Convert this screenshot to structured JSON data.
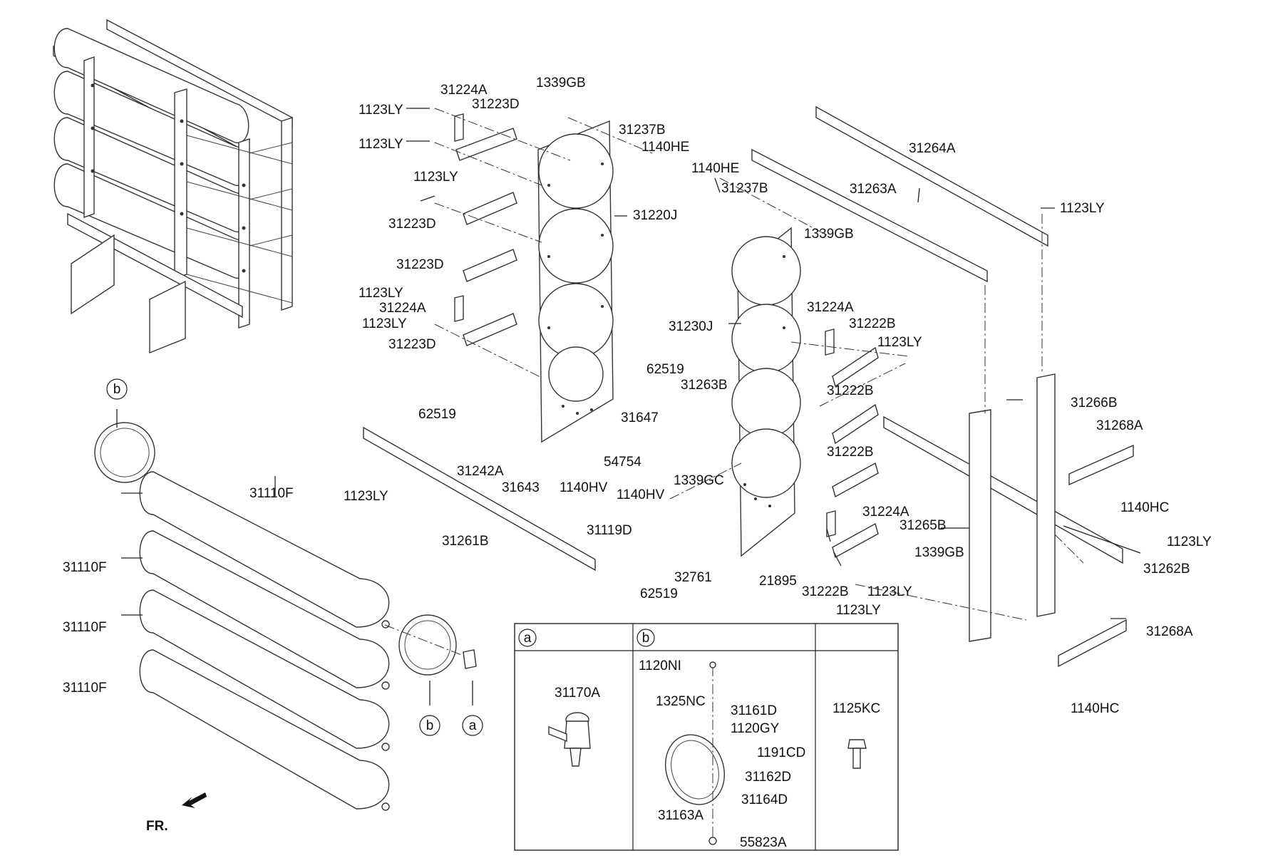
{
  "callouts": [
    {
      "id": "c1",
      "text": "31224A"
    },
    {
      "id": "c2",
      "text": "1339GB"
    },
    {
      "id": "c3",
      "text": "1123LY"
    },
    {
      "id": "c4",
      "text": "31223D"
    },
    {
      "id": "c5",
      "text": "31237B"
    },
    {
      "id": "c6",
      "text": "1140HE"
    },
    {
      "id": "c7",
      "text": "1123LY"
    },
    {
      "id": "c8",
      "text": "1140HE"
    },
    {
      "id": "c9",
      "text": "31264A"
    },
    {
      "id": "c10",
      "text": "1123LY"
    },
    {
      "id": "c11",
      "text": "31237B"
    },
    {
      "id": "c12",
      "text": "31263A"
    },
    {
      "id": "c13",
      "text": "31223D"
    },
    {
      "id": "c14",
      "text": "31220J"
    },
    {
      "id": "c15",
      "text": "1123LY"
    },
    {
      "id": "c16",
      "text": "1339GB"
    },
    {
      "id": "c17",
      "text": "31223D"
    },
    {
      "id": "c18",
      "text": "1123LY"
    },
    {
      "id": "c19",
      "text": "31224A"
    },
    {
      "id": "c20",
      "text": "1123LY"
    },
    {
      "id": "c21",
      "text": "31230J"
    },
    {
      "id": "c22",
      "text": "31224A"
    },
    {
      "id": "c23",
      "text": "31222B"
    },
    {
      "id": "c24",
      "text": "31223D"
    },
    {
      "id": "c25",
      "text": "1123LY"
    },
    {
      "id": "c26",
      "text": "62519"
    },
    {
      "id": "c27",
      "text": "31263B"
    },
    {
      "id": "c28",
      "text": "31222B"
    },
    {
      "id": "c29",
      "text": "31266B"
    },
    {
      "id": "c30",
      "text": "31647"
    },
    {
      "id": "c31",
      "text": "62519"
    },
    {
      "id": "c32",
      "text": "31268A"
    },
    {
      "id": "c33",
      "text": "54754"
    },
    {
      "id": "c34",
      "text": "31242A"
    },
    {
      "id": "c35",
      "text": "31222B"
    },
    {
      "id": "c36",
      "text": "1339GC"
    },
    {
      "id": "c37",
      "text": "31110F"
    },
    {
      "id": "c38",
      "text": "31643"
    },
    {
      "id": "c39",
      "text": "1140HV"
    },
    {
      "id": "c40",
      "text": "1140HV"
    },
    {
      "id": "c41",
      "text": "1140HC"
    },
    {
      "id": "c42",
      "text": "1123LY"
    },
    {
      "id": "c43",
      "text": "31224A"
    },
    {
      "id": "c44",
      "text": "31265B"
    },
    {
      "id": "c45",
      "text": "31119D"
    },
    {
      "id": "c46",
      "text": "31261B"
    },
    {
      "id": "c47",
      "text": "1123LY"
    },
    {
      "id": "c48",
      "text": "31110F"
    },
    {
      "id": "c49",
      "text": "1339GB"
    },
    {
      "id": "c50",
      "text": "31262B"
    },
    {
      "id": "c51",
      "text": "32761"
    },
    {
      "id": "c52",
      "text": "21895"
    },
    {
      "id": "c53",
      "text": "62519"
    },
    {
      "id": "c54",
      "text": "31222B"
    },
    {
      "id": "c55",
      "text": "1123LY"
    },
    {
      "id": "c56",
      "text": "1123LY"
    },
    {
      "id": "c57",
      "text": "31110F"
    },
    {
      "id": "c58",
      "text": "31268A"
    },
    {
      "id": "c59",
      "text": "31110F"
    },
    {
      "id": "c60",
      "text": "1140HC"
    },
    {
      "id": "c61",
      "text": "FR."
    }
  ],
  "bubbles": [
    {
      "id": "b_top",
      "text": "b"
    },
    {
      "id": "b_low",
      "text": "b"
    },
    {
      "id": "a_low",
      "text": "a"
    }
  ],
  "table": {
    "headers": [
      "a",
      "b",
      ""
    ],
    "panel_a": [
      "31170A"
    ],
    "panel_b": [
      "1120NI",
      "1325NC",
      "31161D",
      "1120GY",
      "1191CD",
      "31162D",
      "31164D",
      "31163A",
      "55823A"
    ],
    "panel_c": [
      "1125KC"
    ]
  }
}
